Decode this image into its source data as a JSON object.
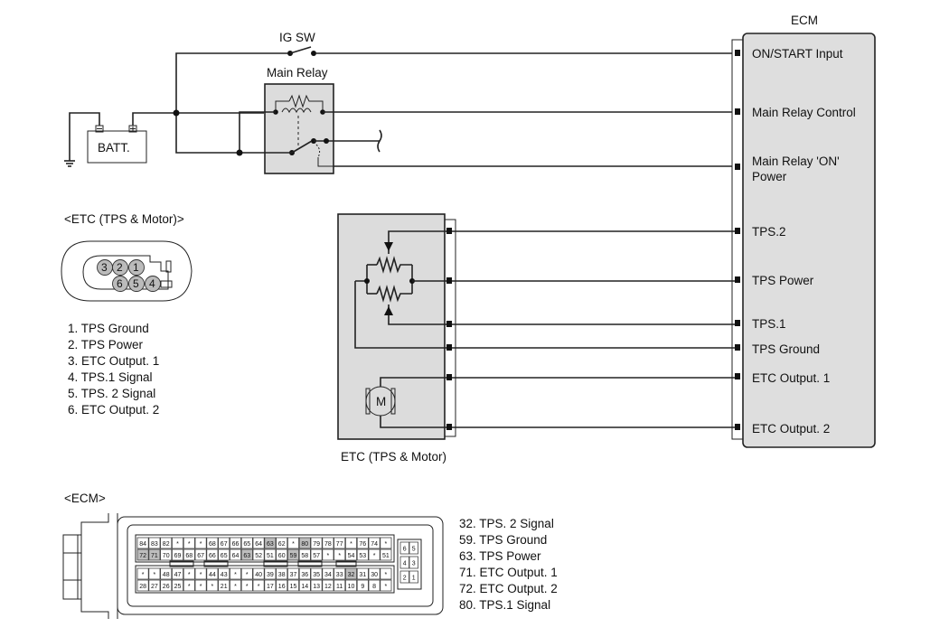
{
  "labels": {
    "ig_sw": "IG SW",
    "main_relay": "Main Relay",
    "batt": "BATT.",
    "ecm": "ECM",
    "etc_caption": "ETC (TPS & Motor)",
    "etc_connector_title": "<ETC (TPS & Motor)>",
    "ecm_connector_title": "<ECM>",
    "motor": "M"
  },
  "ecm_pins": [
    "ON/START Input",
    "Main Relay Control",
    "Main Relay 'ON'",
    "Power",
    "TPS.2",
    "TPS Power",
    "TPS.1",
    "TPS Ground",
    "ETC Output. 1",
    "ETC Output. 2"
  ],
  "etc_connector": {
    "top_row": [
      "3",
      "2",
      "1"
    ],
    "bottom_row": [
      "6",
      "5",
      "4"
    ]
  },
  "etc_pin_list": [
    "1. TPS Ground",
    "2. TPS Power",
    "3. ETC Output. 1",
    "4. TPS.1 Signal",
    "5. TPS. 2 Signal",
    "6. ETC Output. 2"
  ],
  "ecm_pin_list": [
    "32. TPS. 2 Signal",
    "59. TPS Ground",
    "63. TPS Power",
    "71. ETC Output. 1",
    "72. ETC Output. 2",
    "80. TPS.1 Signal"
  ],
  "ecm_connector_rows": [
    [
      "84",
      "83",
      "82",
      "*",
      "*",
      "*",
      "68",
      "67",
      "66",
      "65",
      "64",
      "63",
      "62",
      "*",
      "80",
      "79",
      "78",
      "77",
      "*",
      "76",
      "74",
      "*"
    ],
    [
      "72",
      "71",
      "70",
      "69",
      "68",
      "67",
      "66",
      "65",
      "64",
      "63",
      "52",
      "51",
      "60",
      "59",
      "58",
      "57",
      "*",
      "*",
      "54",
      "53",
      "*",
      "51"
    ],
    [
      "*",
      "*",
      "48",
      "47",
      "*",
      "*",
      "44",
      "43",
      "*",
      "*",
      "40",
      "39",
      "38",
      "37",
      "36",
      "35",
      "34",
      "33",
      "32",
      "31",
      "30",
      "*"
    ],
    [
      "28",
      "27",
      "26",
      "25",
      "*",
      "*",
      "*",
      "21",
      "*",
      "*",
      "*",
      "17",
      "16",
      "15",
      "14",
      "13",
      "12",
      "11",
      "10",
      "9",
      "8",
      "*"
    ]
  ],
  "ecm_connector_small": [
    [
      "6",
      "5"
    ],
    [
      "4",
      "3"
    ],
    [
      "2",
      "1"
    ]
  ]
}
